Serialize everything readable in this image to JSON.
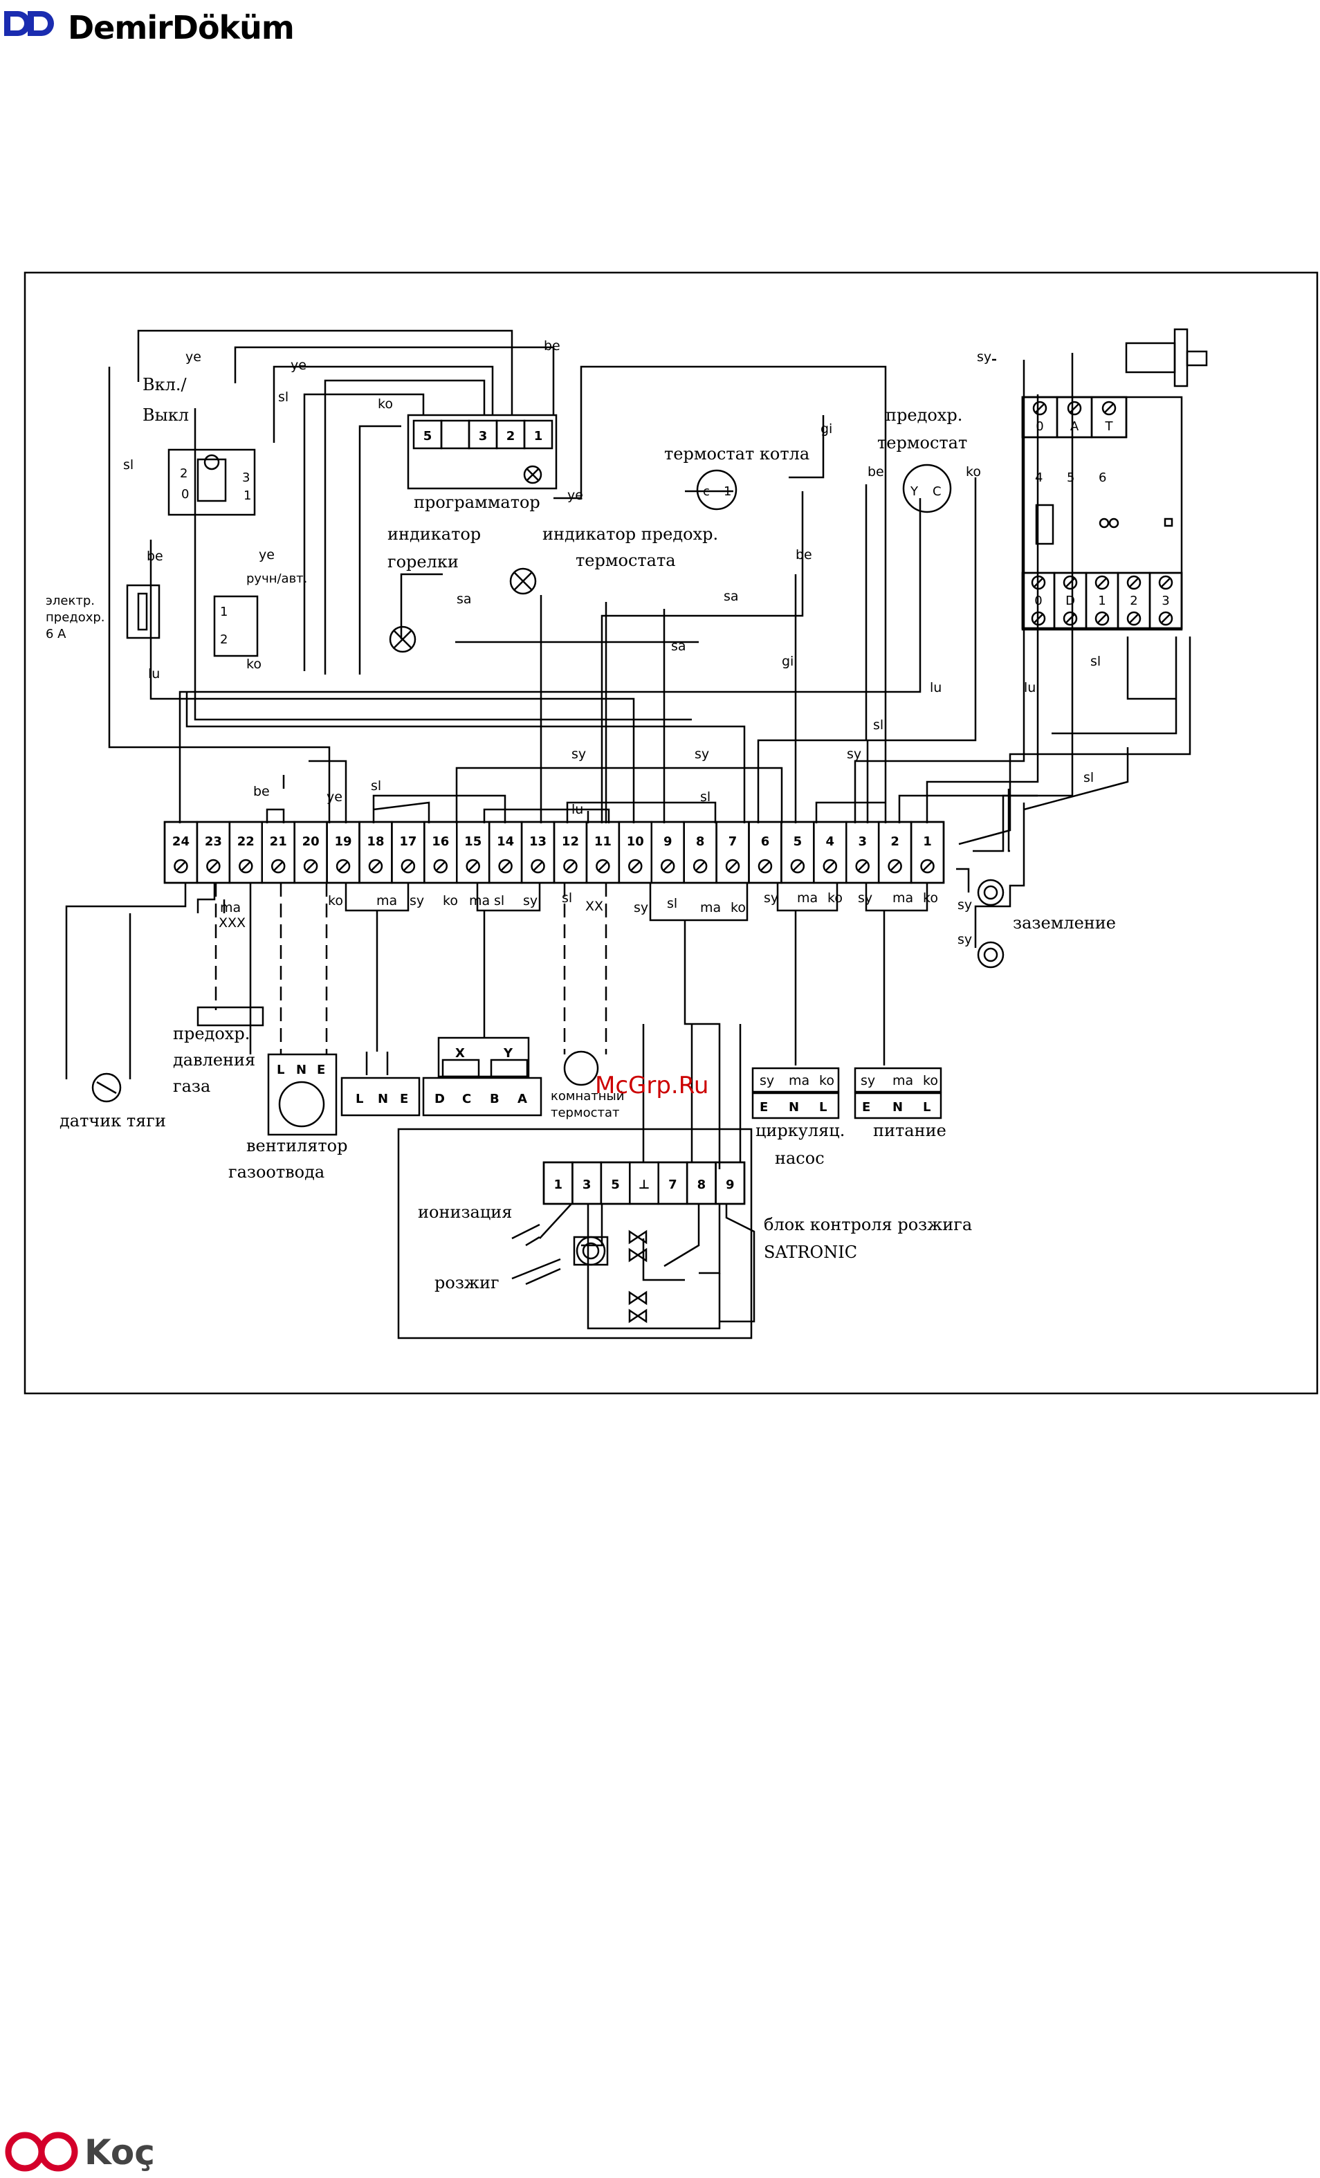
{
  "header": {
    "brand": "DemirDöküm"
  },
  "footer": {
    "brand": "Koç"
  },
  "watermark": "McGrp.Ru",
  "labels": {
    "power_switch": [
      "Вкл./",
      "Выкл"
    ],
    "programmer": "программатор",
    "burner_indicator": [
      "индикатор",
      "горелки"
    ],
    "safety_indicator": [
      "индикатор предохр.",
      "термостата"
    ],
    "boiler_thermostat": "термостат котла",
    "safety_thermostat": [
      "предохр.",
      "термостат"
    ],
    "fuse": [
      "электр.",
      "предохр.",
      "6 А"
    ],
    "manual_auto": "ручн/авт.",
    "gas_pressure": [
      "предохр.",
      "давления",
      "газа"
    ],
    "draft_sensor": "датчик тяги",
    "flue_fan": [
      "вентилятор",
      "газоотвода"
    ],
    "room_thermostat": [
      "комнатный",
      "термостат"
    ],
    "grounding": "заземление",
    "circ_pump": [
      "циркуляц.",
      "насос"
    ],
    "power_supply": "питание",
    "satronic": [
      "блок контроля розжига",
      "SATRONIC"
    ],
    "ionization": "ионизация",
    "ignition": "розжиг"
  },
  "terminal_numbers": [
    "24",
    "23",
    "22",
    "21",
    "20",
    "19",
    "18",
    "17",
    "16",
    "15",
    "14",
    "13",
    "12",
    "11",
    "10",
    "9",
    "8",
    "7",
    "6",
    "5",
    "4",
    "3",
    "2",
    "1"
  ],
  "programmer_terminals": [
    "5",
    "3",
    "2",
    "1"
  ],
  "satronic_terminals": [
    "1",
    "3",
    "5",
    "⊥",
    "7",
    "8",
    "9"
  ],
  "top_right_terminals": [
    "0",
    "A",
    "T"
  ],
  "top_right_numbers": [
    "4",
    "5",
    "6"
  ],
  "right_block_terminals": [
    "0",
    "D",
    "1",
    "2",
    "3"
  ],
  "connectors": {
    "fan": [
      "L",
      "N",
      "E"
    ],
    "lne": [
      "L",
      "N",
      "E"
    ],
    "dcba": [
      "D",
      "C",
      "B",
      "A"
    ],
    "pump": [
      "E",
      "N",
      "L"
    ],
    "supply": [
      "E",
      "N",
      "L"
    ],
    "xy": [
      "X",
      "Y"
    ]
  },
  "wire_codes": {
    "ye": "ye",
    "sl": "sl",
    "be": "be",
    "ko": "ko",
    "lu": "lu",
    "sa": "sa",
    "gi": "gi",
    "sy": "sy",
    "ma": "ma",
    "xx": "XXX",
    "yy": "XX"
  }
}
